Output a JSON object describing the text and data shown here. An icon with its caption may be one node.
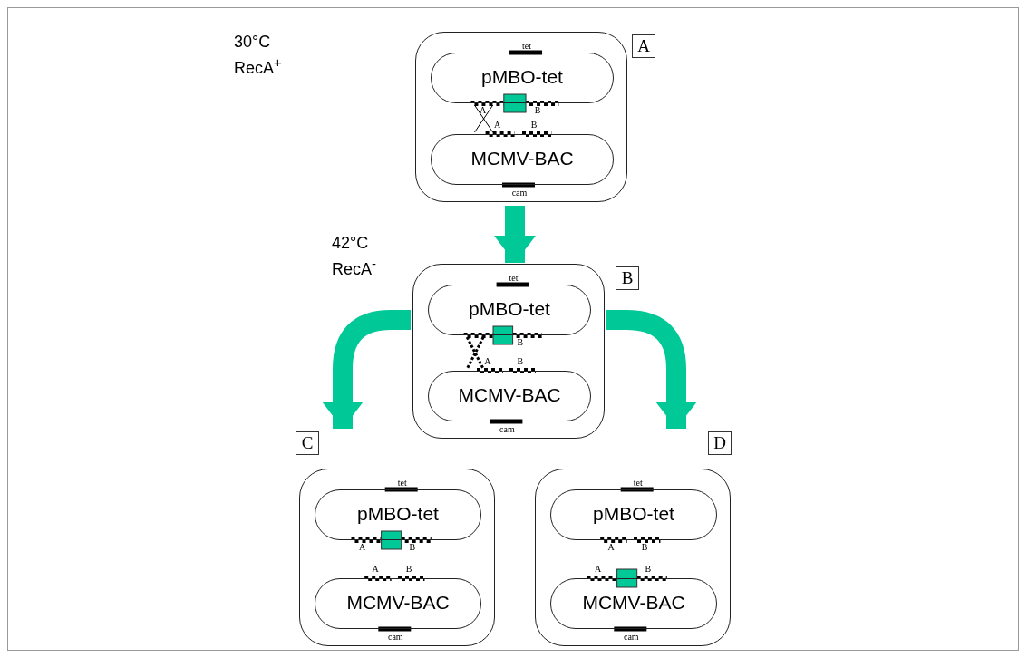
{
  "diagram": {
    "nodes": [
      {
        "text": [
          "A"
        ]
      },
      {
        "text": [
          "pMBO-tet"
        ],
        "in": 0,
        "beside": [
          "tet",
          "A",
          "B"
        ]
      },
      {
        "text": [
          "MCMV-BAC"
        ],
        "in": 0,
        "beside": [
          "A",
          "B",
          "cam"
        ]
      },
      {
        "text": [
          "B"
        ]
      },
      {
        "text": [
          "pMBO-tet"
        ],
        "in": 3,
        "beside": [
          "tet",
          "B"
        ]
      },
      {
        "text": [
          "MCMV-BAC"
        ],
        "in": 3,
        "beside": [
          "A",
          "B",
          "cam"
        ]
      },
      {
        "text": [
          "C"
        ]
      },
      {
        "text": [
          "pMBO-tet"
        ],
        "in": 6,
        "beside": [
          "tet",
          "A",
          "B"
        ]
      },
      {
        "text": [
          "MCMV-BAC"
        ],
        "in": 6,
        "beside": [
          "A",
          "B",
          "cam"
        ]
      },
      {
        "text": [
          "D"
        ]
      },
      {
        "text": [
          "pMBO-tet"
        ],
        "in": 9,
        "beside": [
          "tet",
          "A",
          "B"
        ]
      },
      {
        "text": [
          "MCMV-BAC"
        ],
        "in": 9,
        "beside": [
          "A",
          "B",
          "cam"
        ]
      }
    ],
    "edges": [
      {
        "from": 0,
        "to": 3,
        "arrow": "to"
      },
      {
        "from": 3,
        "to": 6,
        "arrow": "to"
      },
      {
        "from": 3,
        "to": 9,
        "arrow": "to"
      }
    ],
    "labels": [
      "30°C",
      "RecA$^{+}$",
      "42°C",
      "RecA$^{-}$"
    ]
  }
}
